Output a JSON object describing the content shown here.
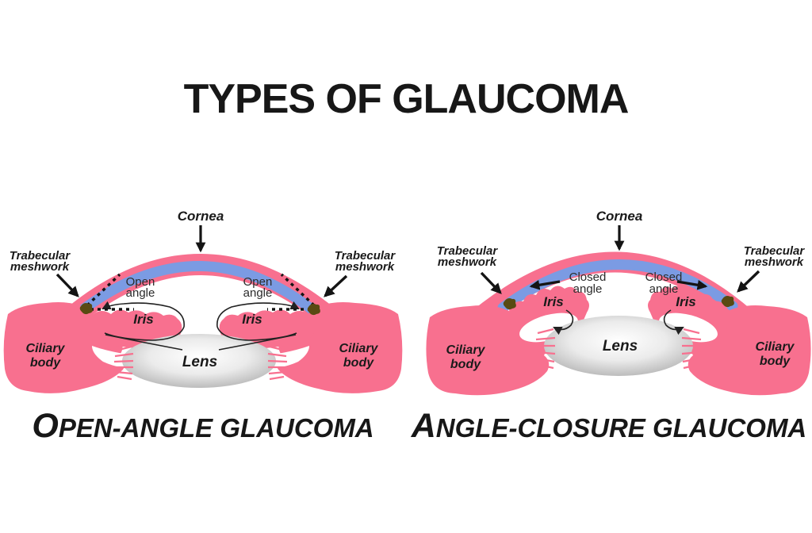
{
  "title": "TYPES OF GLAUCOMA",
  "colors": {
    "tissue_pink": "#F8708F",
    "cornea_blue": "#7B9BE3",
    "meshwork_brown": "#584A12",
    "label_text": "#1A1A1A",
    "flow_line": "#222222",
    "lens_edge_gray": "#8A8A8A"
  },
  "panels": [
    {
      "name": "open-angle",
      "caption_initial": "O",
      "caption_rest": "PEN-ANGLE GLAUCOMA",
      "labels": {
        "cornea": "Cornea",
        "trabecular_line1": "Trabecular",
        "trabecular_line2": "meshwork",
        "angle_line1": "Open",
        "angle_line2": "angle",
        "iris": "Iris",
        "ciliary_line1": "Ciliary",
        "ciliary_line2": "body",
        "lens": "Lens"
      }
    },
    {
      "name": "angle-closure",
      "caption_initial": "A",
      "caption_rest": "NGLE-CLOSURE GLAUCOMA",
      "labels": {
        "cornea": "Cornea",
        "trabecular_line1": "Trabecular",
        "trabecular_line2": "meshwork",
        "angle_line1": "Closed",
        "angle_line2": "angle",
        "iris": "Iris",
        "ciliary_line1": "Ciliary",
        "ciliary_line2": "body",
        "lens": "Lens"
      }
    }
  ]
}
